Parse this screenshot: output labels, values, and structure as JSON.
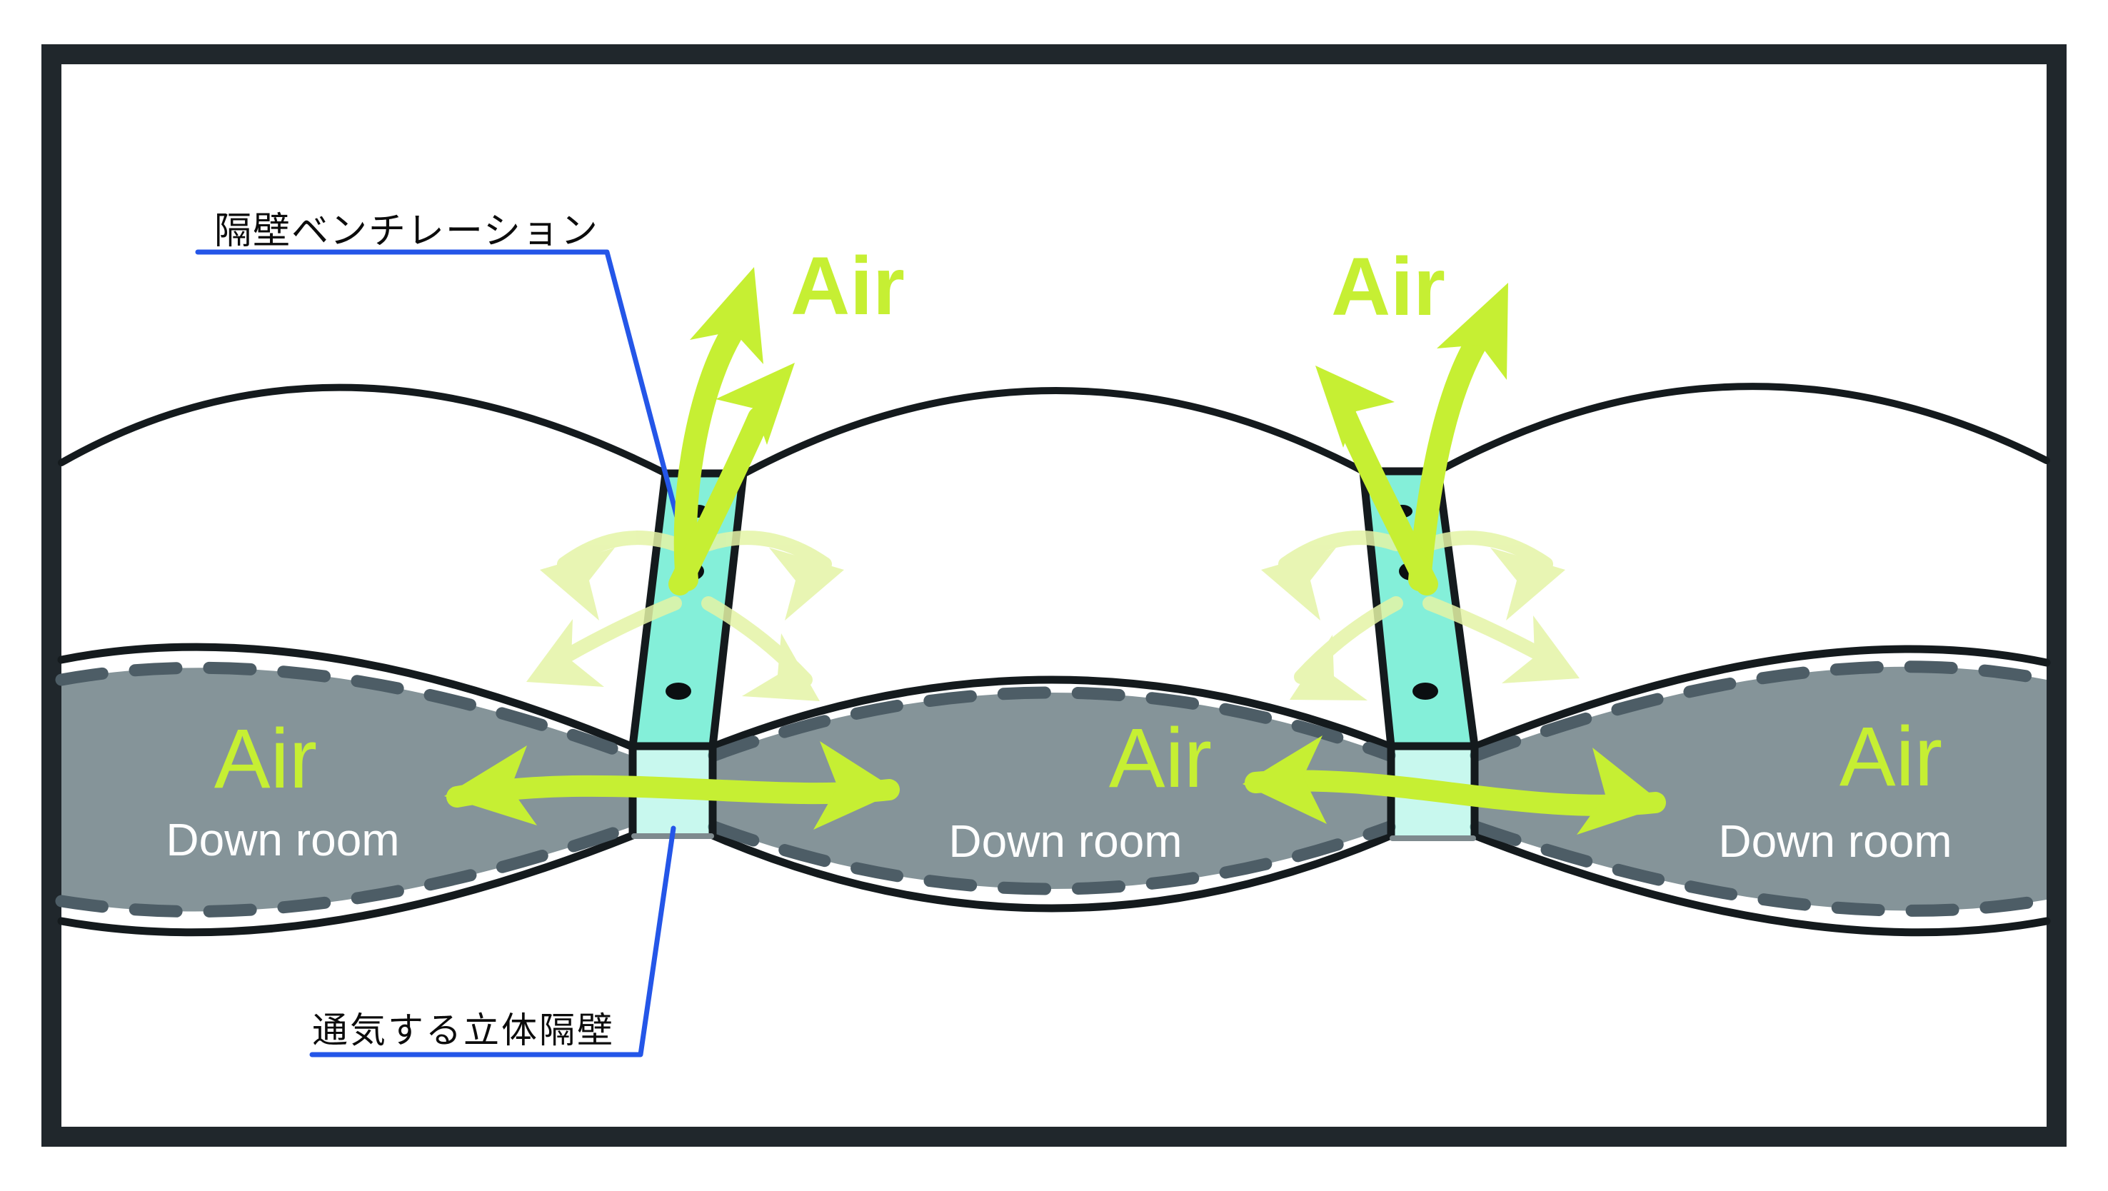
{
  "labels": {
    "top_callout": "隔壁ベンチレーション",
    "bottom_callout": "通気する立体隔壁",
    "air_top_left": "Air",
    "air_top_right": "Air"
  },
  "chambers": [
    {
      "air_label": "Air",
      "room_label": "Down room"
    },
    {
      "air_label": "Air",
      "room_label": "Down room"
    },
    {
      "air_label": "Air",
      "room_label": "Down room"
    }
  ],
  "colors": {
    "green": "#c6ef33",
    "green-light": "#e4f4a6",
    "teal": "#84efd9",
    "teal-translucent": "rgba(132,239,217,0.45)",
    "chamber-gray": "#859499",
    "dash-gray": "#4d5d66",
    "outline-black": "#141a1d",
    "frame-dark": "#20272c",
    "callout-blue": "#2456e8",
    "text-white": "#ffffff",
    "background": "#ffffff"
  }
}
